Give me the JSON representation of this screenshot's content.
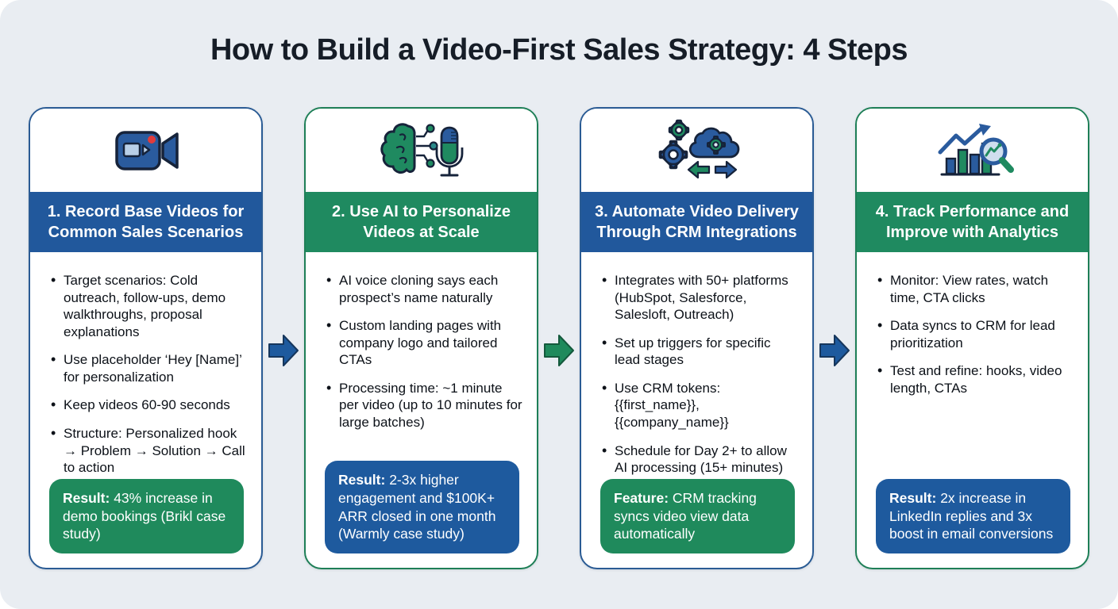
{
  "title": "How to Build a Video-First Sales Strategy: 4 Steps",
  "colors": {
    "bg": "#e9edf2",
    "title-text": "#161d27",
    "blue": "#21589c",
    "green": "#1f8a60",
    "result-green": "#1f8a5c",
    "result-blue": "#1e5a9e",
    "body-text": "#0c1118",
    "icon-blue": "#2a5b9e",
    "icon-green": "#1f8a60",
    "icon-outline": "#16233a",
    "icon-light-blue": "#b9cfe7",
    "record-dot-red": "#e23b3b"
  },
  "steps": [
    {
      "icon": "video-camera-icon",
      "title": "1. Record Base Videos for Common Sales Scenarios",
      "bullets": [
        "Target scenarios: Cold outreach, follow-ups, demo walkthroughs, proposal explanations",
        "Use placeholder ‘Hey [Name]’ for personalization",
        "Keep videos 60-90 seconds",
        "Structure: Personalized hook → Problem → Solution → Call to action"
      ],
      "callout": {
        "label": "Result:",
        "text": "43% increase in demo bookings (Brikl case study)"
      }
    },
    {
      "icon": "ai-brain-microphone-icon",
      "title": "2. Use AI to Personalize Videos at Scale",
      "bullets": [
        "AI voice cloning says each prospect’s name naturally",
        "Custom landing pages with company logo and tailored CTAs",
        "Processing time: ~1 minute per video (up to 10 minutes for large batches)"
      ],
      "callout": {
        "label": "Result:",
        "text": "2-3x higher engagement and $100K+ ARR closed in one month (Warmly case study)"
      }
    },
    {
      "icon": "automation-gears-cloud-icon",
      "title": "3. Automate Video Delivery Through CRM Integrations",
      "bullets": [
        "Integrates with 50+ platforms (HubSpot, Salesforce, Salesloft, Outreach)",
        "Set up triggers for specific lead stages",
        "Use CRM tokens: {{first_name}}, {{company_name}}",
        "Schedule for Day 2+ to allow AI processing (15+ minutes)"
      ],
      "callout": {
        "label": "Feature:",
        "text": "CRM tracking syncs video view data automatically"
      }
    },
    {
      "icon": "analytics-chart-icon",
      "title": "4. Track Performance and Improve with Analytics",
      "bullets": [
        "Monitor: View rates, watch time, CTA clicks",
        "Data syncs to CRM for lead prioritization",
        "Test and refine: hooks, video length, CTAs"
      ],
      "callout": {
        "label": "Result:",
        "text": "2x increase in LinkedIn replies and 3x boost in email conversions"
      }
    }
  ],
  "arrows": [
    "blue",
    "green",
    "blue"
  ]
}
